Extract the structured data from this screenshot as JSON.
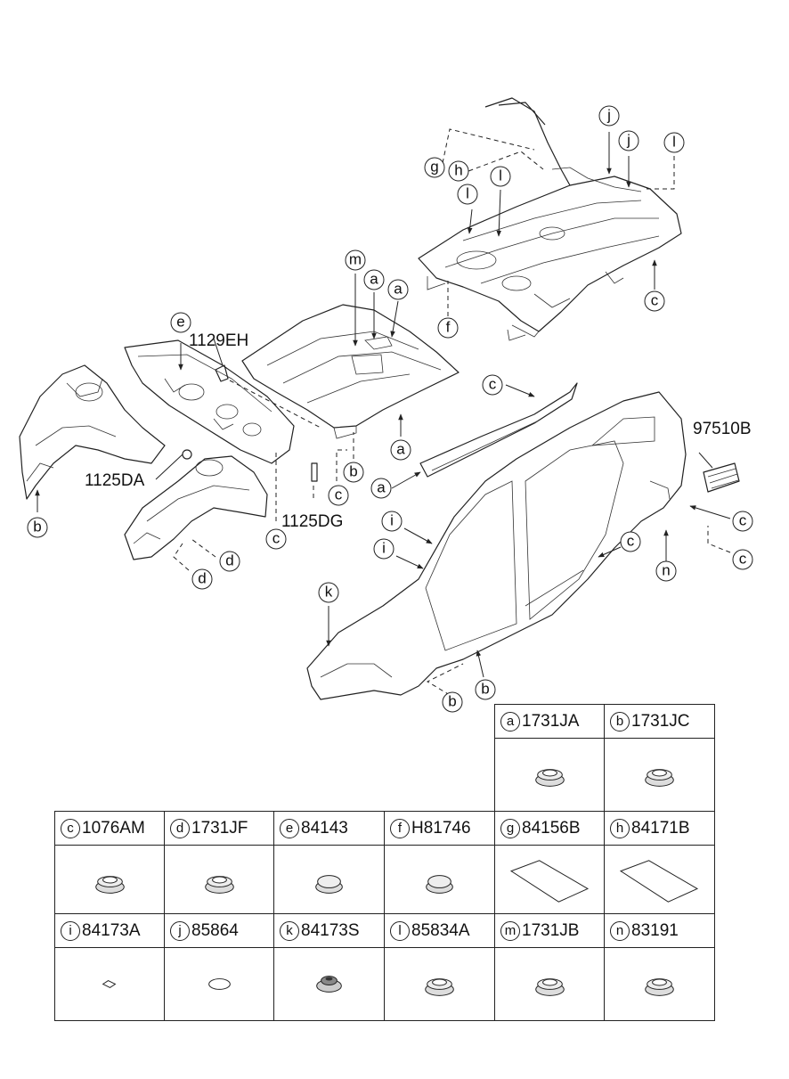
{
  "diagram_labels": {
    "l1129EH": "1129EH",
    "l1125DA": "1125DA",
    "l1125DG": "1125DG",
    "l97510B": "97510B"
  },
  "callouts": {
    "a": "a",
    "b": "b",
    "c": "c",
    "d": "d",
    "e": "e",
    "f": "f",
    "g": "g",
    "h": "h",
    "i": "i",
    "j": "j",
    "k": "k",
    "l": "l",
    "m": "m",
    "n": "n"
  },
  "legend": [
    {
      "letter": "a",
      "part": "1731JA",
      "icon": "round-plug-icon"
    },
    {
      "letter": "b",
      "part": "1731JC",
      "icon": "round-plug-icon"
    },
    {
      "letter": "c",
      "part": "1076AM",
      "icon": "round-plug-icon"
    },
    {
      "letter": "d",
      "part": "1731JF",
      "icon": "round-plug-icon"
    },
    {
      "letter": "e",
      "part": "84143",
      "icon": "oval-plug-icon"
    },
    {
      "letter": "f",
      "part": "H81746",
      "icon": "oval-plug-icon"
    },
    {
      "letter": "g",
      "part": "84156B",
      "icon": "pad-sheet-icon"
    },
    {
      "letter": "h",
      "part": "84171B",
      "icon": "pad-sheet-icon"
    },
    {
      "letter": "i",
      "part": "84173A",
      "icon": "small-diamond-pad-icon"
    },
    {
      "letter": "j",
      "part": "85864",
      "icon": "oval-pad-icon"
    },
    {
      "letter": "k",
      "part": "84173S",
      "icon": "grommet-icon"
    },
    {
      "letter": "l",
      "part": "85834A",
      "icon": "round-plug-icon"
    },
    {
      "letter": "m",
      "part": "1731JB",
      "icon": "round-plug-icon"
    },
    {
      "letter": "n",
      "part": "83191",
      "icon": "round-plug-icon"
    }
  ]
}
